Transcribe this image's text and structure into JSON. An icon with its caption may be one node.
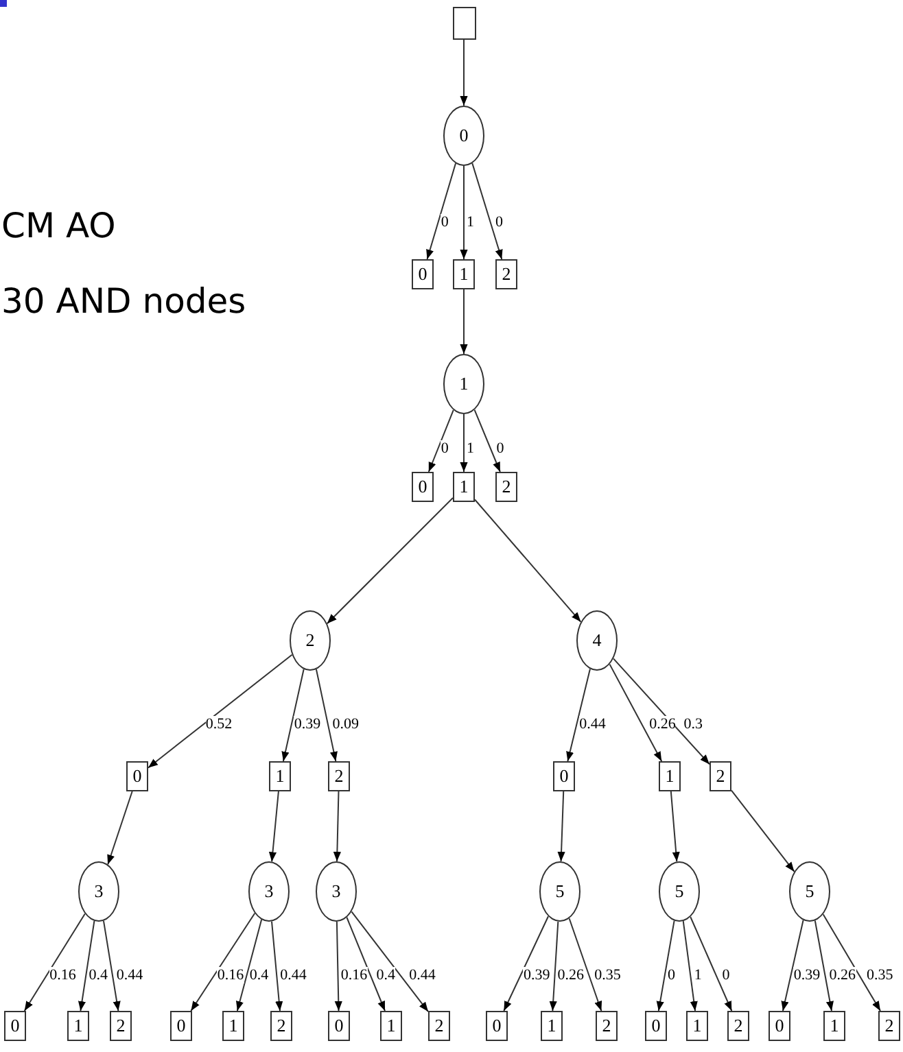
{
  "diagram": {
    "nodes": [
      {
        "text": [],
        "shape": "box"
      },
      {
        "text": [
          "0"
        ]
      },
      {
        "text": [
          "0"
        ]
      },
      {
        "text": [
          "1"
        ]
      },
      {
        "text": [
          "2"
        ]
      },
      {
        "text": [
          "1"
        ]
      },
      {
        "text": [
          "0"
        ]
      },
      {
        "text": [
          "1"
        ]
      },
      {
        "text": [
          "2"
        ]
      },
      {
        "text": [
          "2"
        ]
      },
      {
        "text": [
          "4"
        ]
      },
      {
        "text": [
          "0"
        ]
      },
      {
        "text": [
          "1"
        ]
      },
      {
        "text": [
          "2"
        ]
      },
      {
        "text": [
          "0"
        ]
      },
      {
        "text": [
          "1"
        ]
      },
      {
        "text": [
          "2"
        ]
      },
      {
        "text": [
          "3"
        ]
      },
      {
        "text": [
          "3"
        ]
      },
      {
        "text": [
          "3"
        ]
      },
      {
        "text": [
          "5"
        ]
      },
      {
        "text": [
          "5"
        ]
      },
      {
        "text": [
          "5"
        ]
      },
      {
        "text": [
          "0"
        ]
      },
      {
        "text": [
          "1"
        ]
      },
      {
        "text": [
          "2"
        ]
      },
      {
        "text": [
          "0"
        ]
      },
      {
        "text": [
          "1"
        ]
      },
      {
        "text": [
          "2"
        ]
      },
      {
        "text": [
          "0"
        ]
      },
      {
        "text": [
          "1"
        ]
      },
      {
        "text": [
          "2"
        ]
      },
      {
        "text": [
          "0"
        ]
      },
      {
        "text": [
          "1"
        ]
      },
      {
        "text": [
          "2"
        ]
      },
      {
        "text": [
          "0"
        ]
      },
      {
        "text": [
          "1"
        ]
      },
      {
        "text": [
          "2"
        ]
      },
      {
        "text": [
          "0"
        ]
      },
      {
        "text": [
          "1"
        ]
      },
      {
        "text": [
          "2"
        ]
      }
    ],
    "edges": [
      {
        "from": 0,
        "to": 1,
        "arrow": "to"
      },
      {
        "from": 1,
        "to": 2,
        "label": "0",
        "arrow": "to"
      },
      {
        "from": 1,
        "to": 3,
        "label": "1",
        "arrow": "to"
      },
      {
        "from": 1,
        "to": 4,
        "label": "0",
        "arrow": "to"
      },
      {
        "from": 3,
        "to": 5,
        "arrow": "to"
      },
      {
        "from": 5,
        "to": 6,
        "label": "0",
        "arrow": "to"
      },
      {
        "from": 5,
        "to": 7,
        "label": "1",
        "arrow": "to"
      },
      {
        "from": 5,
        "to": 8,
        "label": "0",
        "arrow": "to"
      },
      {
        "from": 7,
        "to": 9,
        "arrow": "to"
      },
      {
        "from": 7,
        "to": 10,
        "arrow": "to"
      },
      {
        "from": 9,
        "to": 11,
        "label": "0.52",
        "arrow": "to"
      },
      {
        "from": 9,
        "to": 12,
        "label": "0.39",
        "arrow": "to"
      },
      {
        "from": 9,
        "to": 13,
        "label": "0.09",
        "arrow": "to"
      },
      {
        "from": 10,
        "to": 14,
        "label": "0.44",
        "arrow": "to"
      },
      {
        "from": 10,
        "to": 15,
        "label": "0.26",
        "arrow": "to"
      },
      {
        "from": 10,
        "to": 16,
        "label": "0.3",
        "arrow": "to"
      },
      {
        "from": 11,
        "to": 17,
        "arrow": "to"
      },
      {
        "from": 12,
        "to": 18,
        "arrow": "to"
      },
      {
        "from": 13,
        "to": 19,
        "arrow": "to"
      },
      {
        "from": 14,
        "to": 20,
        "arrow": "to"
      },
      {
        "from": 15,
        "to": 21,
        "arrow": "to"
      },
      {
        "from": 16,
        "to": 22,
        "arrow": "to"
      },
      {
        "from": 17,
        "to": 23,
        "label": "0.16",
        "arrow": "to"
      },
      {
        "from": 17,
        "to": 24,
        "label": "0.4",
        "arrow": "to"
      },
      {
        "from": 17,
        "to": 25,
        "label": "0.44",
        "arrow": "to"
      },
      {
        "from": 18,
        "to": 26,
        "label": "0.16",
        "arrow": "to"
      },
      {
        "from": 18,
        "to": 27,
        "label": "0.4",
        "arrow": "to"
      },
      {
        "from": 18,
        "to": 28,
        "label": "0.44",
        "arrow": "to"
      },
      {
        "from": 19,
        "to": 29,
        "label": "0.16",
        "arrow": "to"
      },
      {
        "from": 19,
        "to": 30,
        "label": "0.4",
        "arrow": "to"
      },
      {
        "from": 19,
        "to": 31,
        "label": "0.44",
        "arrow": "to"
      },
      {
        "from": 20,
        "to": 32,
        "label": "0.39",
        "arrow": "to"
      },
      {
        "from": 20,
        "to": 33,
        "label": "0.26",
        "arrow": "to"
      },
      {
        "from": 20,
        "to": 34,
        "label": "0.35",
        "arrow": "to"
      },
      {
        "from": 21,
        "to": 35,
        "label": "0",
        "arrow": "to"
      },
      {
        "from": 21,
        "to": 36,
        "label": "1",
        "arrow": "to"
      },
      {
        "from": 21,
        "to": 37,
        "label": "0",
        "arrow": "to"
      },
      {
        "from": 22,
        "to": 38,
        "label": "0.39",
        "arrow": "to"
      },
      {
        "from": 22,
        "to": 39,
        "label": "0.26",
        "arrow": "to"
      },
      {
        "from": 22,
        "to": 40,
        "label": "0.35",
        "arrow": "to"
      }
    ],
    "labels": [
      "CM AO",
      "30 AND nodes"
    ]
  }
}
